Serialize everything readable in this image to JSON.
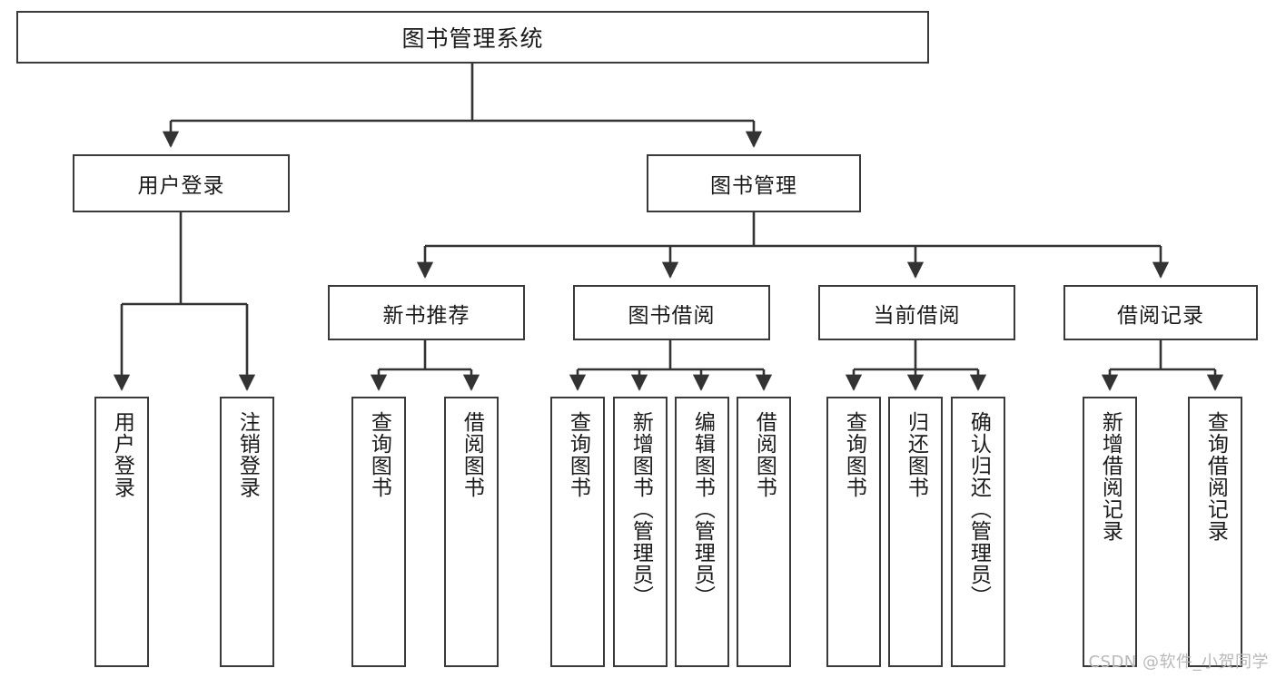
{
  "diagram": {
    "type": "tree",
    "title": "图书管理系统",
    "watermark": "CSDN @软件_小贺同学",
    "colors": {
      "box_border": "#3a3a3a",
      "background": "#ffffff",
      "edge": "#333333",
      "text": "#1a1a1a",
      "watermark": "#b9b9b9"
    },
    "nodes": {
      "root": {
        "label": "图书管理系统"
      },
      "user_login": {
        "label": "用户登录"
      },
      "book_manage": {
        "label": "图书管理"
      },
      "new_book_rec": {
        "label": "新书推荐"
      },
      "book_borrow": {
        "label": "图书借阅"
      },
      "current_borrow": {
        "label": "当前借阅"
      },
      "borrow_record": {
        "label": "借阅记录"
      },
      "leaf_user_login": {
        "label": "用户登录"
      },
      "leaf_logout": {
        "label": "注销登录"
      },
      "leaf_query_book_1": {
        "label": "查询图书"
      },
      "leaf_borrow_book_1": {
        "label": "借阅图书"
      },
      "leaf_query_book_2": {
        "label": "查询图书"
      },
      "leaf_add_book": {
        "label": "新增图书（管理员）"
      },
      "leaf_edit_book": {
        "label": "编辑图书（管理员）"
      },
      "leaf_borrow_book_2": {
        "label": "借阅图书"
      },
      "leaf_query_book_3": {
        "label": "查询图书"
      },
      "leaf_return_book": {
        "label": "归还图书"
      },
      "leaf_confirm_return": {
        "label": "确认归还（管理员）"
      },
      "leaf_add_record": {
        "label": "新增借阅记录"
      },
      "leaf_query_record": {
        "label": "查询借阅记录"
      }
    },
    "edges": [
      {
        "from": "root",
        "to": "user_login"
      },
      {
        "from": "root",
        "to": "book_manage"
      },
      {
        "from": "user_login",
        "to": "leaf_user_login"
      },
      {
        "from": "user_login",
        "to": "leaf_logout"
      },
      {
        "from": "book_manage",
        "to": "new_book_rec"
      },
      {
        "from": "book_manage",
        "to": "book_borrow"
      },
      {
        "from": "book_manage",
        "to": "current_borrow"
      },
      {
        "from": "book_manage",
        "to": "borrow_record"
      },
      {
        "from": "new_book_rec",
        "to": "leaf_query_book_1"
      },
      {
        "from": "new_book_rec",
        "to": "leaf_borrow_book_1"
      },
      {
        "from": "book_borrow",
        "to": "leaf_query_book_2"
      },
      {
        "from": "book_borrow",
        "to": "leaf_add_book"
      },
      {
        "from": "book_borrow",
        "to": "leaf_edit_book"
      },
      {
        "from": "book_borrow",
        "to": "leaf_borrow_book_2"
      },
      {
        "from": "current_borrow",
        "to": "leaf_query_book_3"
      },
      {
        "from": "current_borrow",
        "to": "leaf_return_book"
      },
      {
        "from": "current_borrow",
        "to": "leaf_confirm_return"
      },
      {
        "from": "borrow_record",
        "to": "leaf_add_record"
      },
      {
        "from": "borrow_record",
        "to": "leaf_query_record"
      }
    ]
  }
}
